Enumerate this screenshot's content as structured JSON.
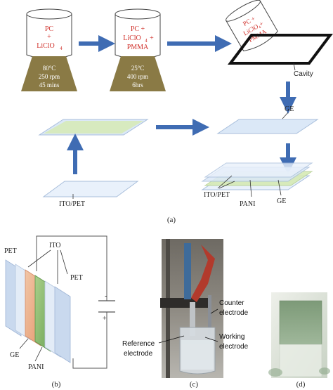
{
  "panel_a": {
    "beaker1": {
      "line1": "PC",
      "line2": "+",
      "line3": "LiClO",
      "line3_sub": "4"
    },
    "cond1": {
      "temp": "80°C",
      "speed": "250 rpm",
      "time": "45 mins"
    },
    "beaker2": {
      "line1": "PC  +",
      "line2": "LiClO",
      "line2_sub": "4",
      "line2_suffix": "+",
      "line3": "PMMA"
    },
    "cond2": {
      "temp": "25°C",
      "speed": "400 rpm",
      "time": "6hrs"
    },
    "beaker3": {
      "line1": "PC +",
      "line2": "LiClO₄+",
      "line3": "PMMA"
    },
    "cavity_label": "Cavity",
    "ge_label_top": "GE",
    "ito_pet_left": "ITO/PET",
    "ito_pet_right": "ITO/PET",
    "pani_label": "PANI",
    "ge_label_bottom": "GE",
    "caption": "(a)"
  },
  "panel_b": {
    "pet_left": "PET",
    "ito": "ITO",
    "pet_right": "PET",
    "ge": "GE",
    "pani": "PANI",
    "minus": "-",
    "plus": "+",
    "caption": "(b)"
  },
  "panel_c": {
    "counter_line1": "Counter",
    "counter_line2": "electrode",
    "reference_line1": "Reference",
    "reference_line2": "electrode",
    "working_line1": "Working",
    "working_line2": "electrode",
    "caption": "(c)"
  },
  "panel_d": {
    "caption": "(d)"
  },
  "colors": {
    "accent_red": "#d0302a",
    "arrow_blue": "#3f6cb3",
    "stand_olive": "#8a7a45",
    "film_blue": "#dbe8f7",
    "film_green": "#d6eab5"
  }
}
